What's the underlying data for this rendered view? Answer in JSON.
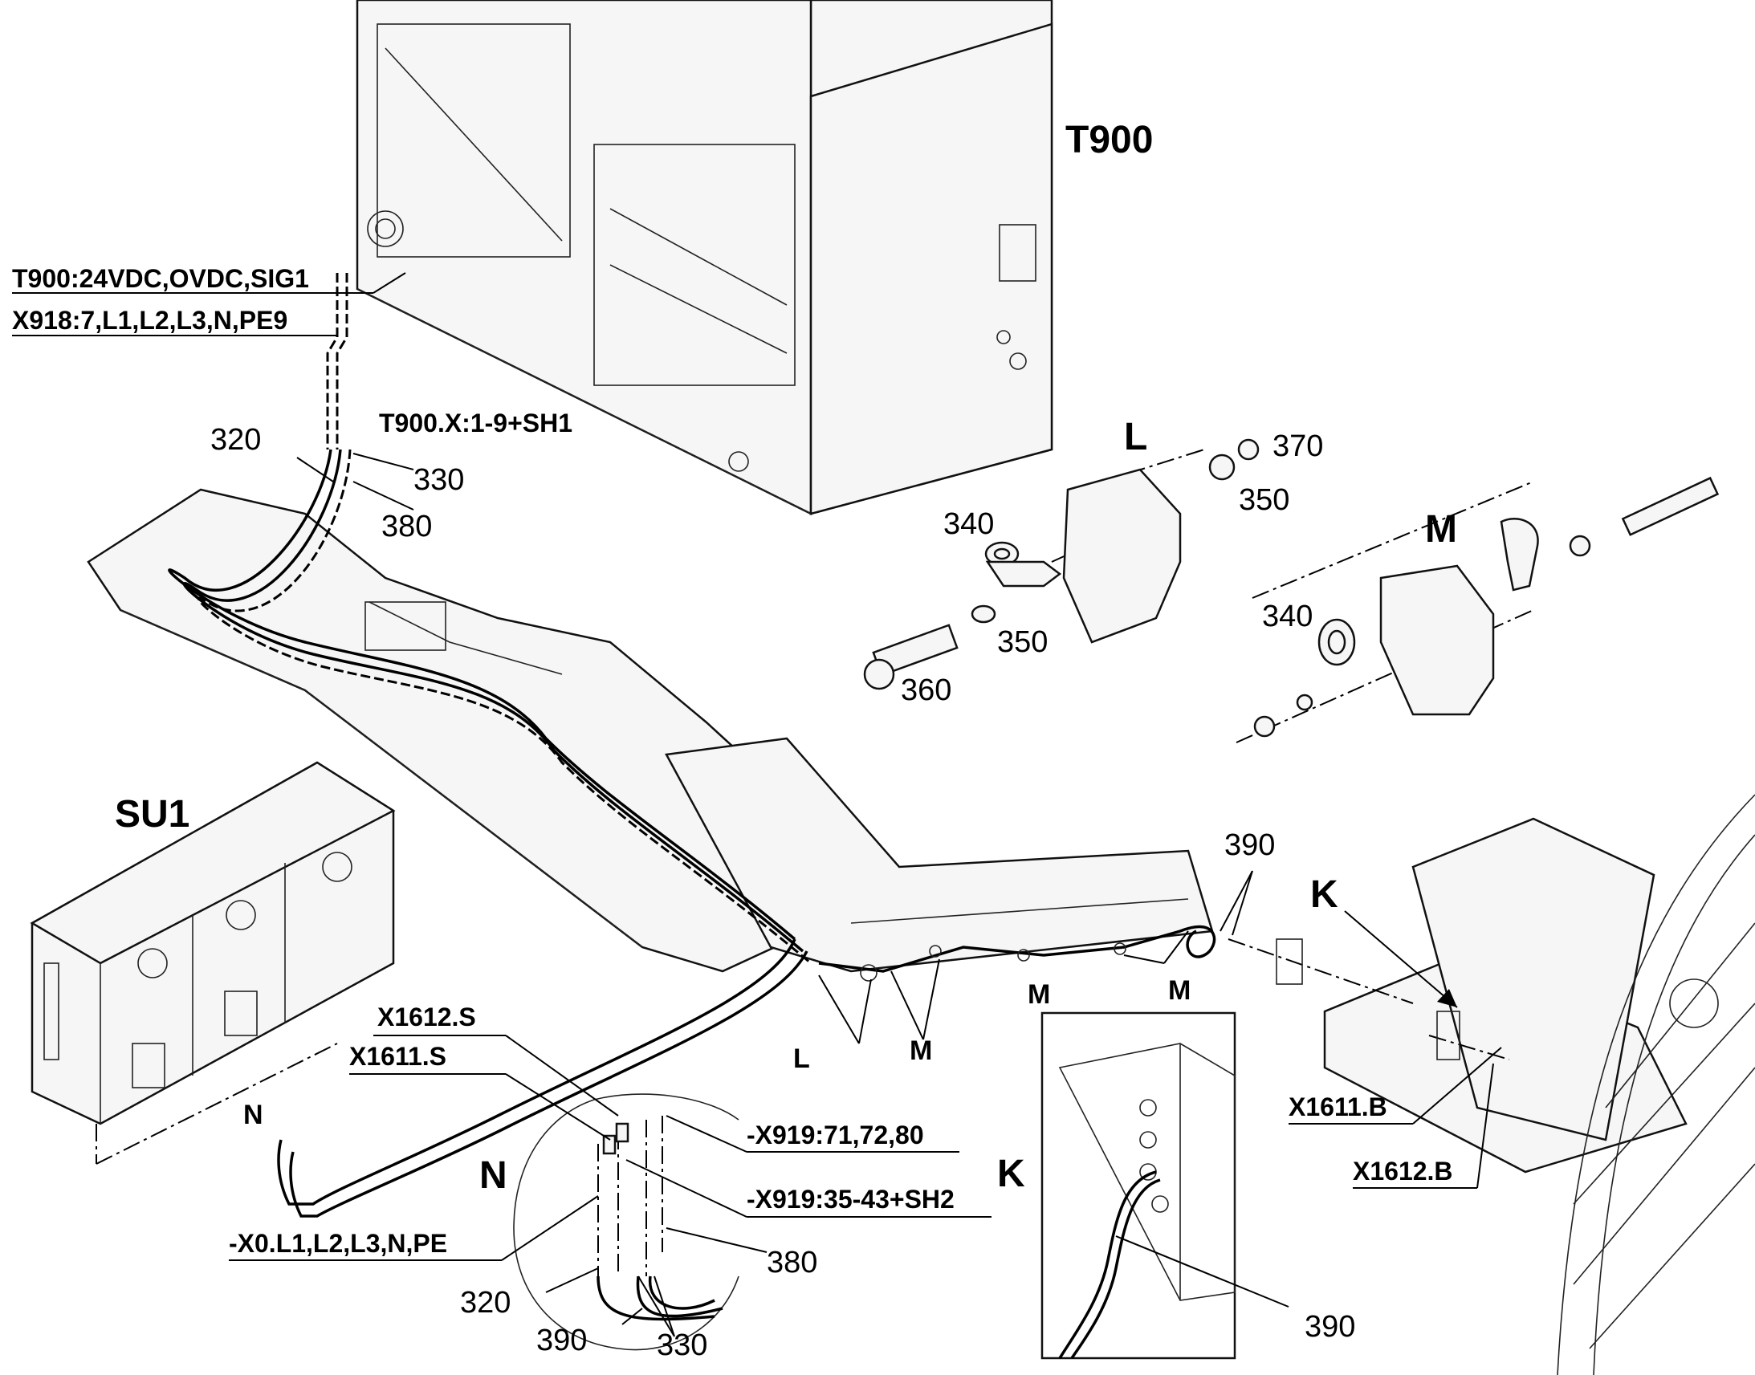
{
  "labels": {
    "t900": "T900",
    "su1": "SU1",
    "t900_connector": "T900:24VDC,OVDC,SIG1",
    "x918": "X918:7,L1,L2,L3,N,PE9",
    "t900_x": "T900.X:1-9+SH1",
    "x1612_s": "X1612.S",
    "x1611_s": "X1611.S",
    "x919_a": "-X919:71,72,80",
    "x919_b": "-X919:35-43+SH2",
    "x0": "-X0.L1,L2,L3,N,PE",
    "x1611_b": "X1611.B",
    "x1612_b": "X1612.B",
    "detail_L": "L",
    "detail_M": "M",
    "detail_N": "N",
    "detail_K": "K",
    "mark_L": "L",
    "mark_M1": "M",
    "mark_M2": "M",
    "mark_M3": "M",
    "mark_N": "N",
    "mark_K": "K"
  },
  "part_numbers": {
    "p320_top": "320",
    "p330_top": "330",
    "p380_top": "380",
    "p370": "370",
    "p350_a": "350",
    "p340_a": "340",
    "p350_b": "350",
    "p360": "360",
    "p340_b": "340",
    "p390_top": "390",
    "p380_n": "380",
    "p320_n": "320",
    "p390_n": "390",
    "p330_n": "330",
    "p390_k": "390"
  }
}
